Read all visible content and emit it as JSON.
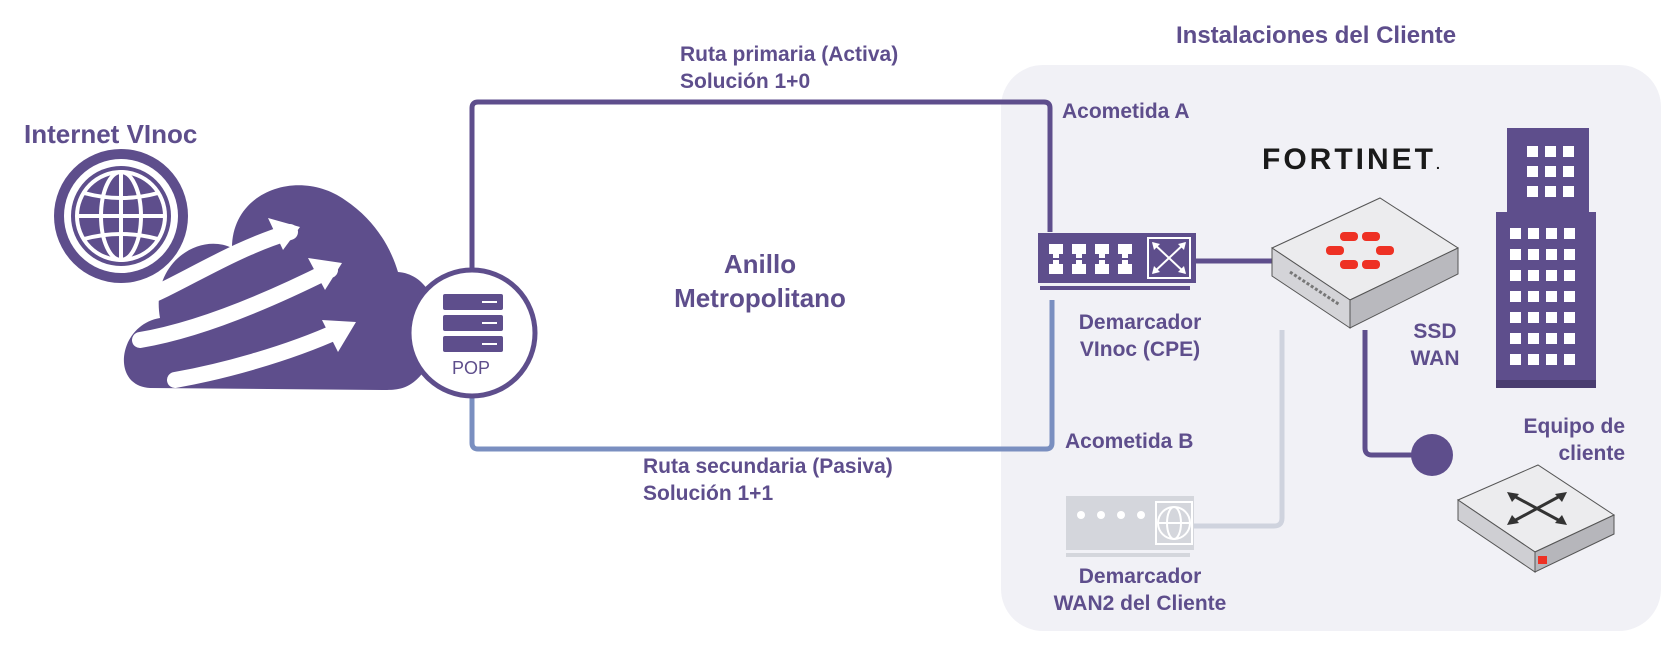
{
  "title": "Instalaciones del Cliente",
  "internet": {
    "label": "Internet VInoc"
  },
  "pop": {
    "label": "POP"
  },
  "ring": {
    "line1": "Anillo",
    "line2": "Metropolitano"
  },
  "routes": {
    "primary": {
      "line1": "Ruta primaria (Activa)",
      "line2": "Solución 1+0"
    },
    "secondary": {
      "line1": "Ruta secundaria (Pasiva)",
      "line2": "Solución 1+1"
    }
  },
  "acometida_a": "Acometida A",
  "acometida_b": "Acometida B",
  "cpe": {
    "line1": "Demarcador",
    "line2": "VInoc (CPE)"
  },
  "wan2": {
    "line1": "Demarcador",
    "line2": "WAN2  del Cliente"
  },
  "sdwan": {
    "line1": "SSD",
    "line2": "WAN"
  },
  "client_equipment": {
    "line1": "Equipo de",
    "line2": "cliente"
  },
  "brand": {
    "name": "FORTINET",
    "dot": "."
  },
  "colors": {
    "primary": "#5e4e8c",
    "secondary_link": "#7a8fc0",
    "wan2_link": "#cfd3de",
    "panel": "#f1f1f6",
    "fortinet_red": "#ee3124"
  },
  "icons": [
    "globe-icon",
    "cloud-icon",
    "server-icon",
    "switch-icon",
    "router-icon",
    "firewall-icon",
    "building-icon",
    "fortinet-logo"
  ]
}
